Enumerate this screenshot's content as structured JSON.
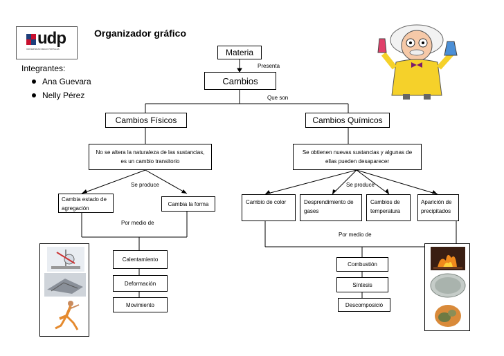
{
  "header": {
    "logo_text": "udp",
    "logo_subtext": "UNIVERSIDAD DIEGO PORTALES",
    "title": "Organizador gráfico"
  },
  "team": {
    "heading": "Integrantes:",
    "members": [
      "Ana Guevara",
      "Nelly Pérez"
    ]
  },
  "diagram": {
    "root": "Materia",
    "root_link": "Presenta",
    "main": "Cambios",
    "main_link": "Que son",
    "physical": {
      "title": "Cambios Físicos",
      "definition": "No se altera la naturaleza de las sustancias, es un cambio transitorio",
      "link": "Se produce",
      "types": [
        "Cambia estado de agregación",
        "Cambia la forma"
      ],
      "means_link": "Por medio de",
      "means": [
        "Calentamiento",
        "Deformación",
        "Movimiento"
      ]
    },
    "chemical": {
      "title": "Cambios Químicos",
      "definition": "Se obtienen nuevas sustancias y algunas de ellas pueden desaparecer",
      "link": "Se produce",
      "types": [
        "Cambio de color",
        "Desprendimiento de gases",
        "Cambios de temperatura",
        "Aparición de precipitados"
      ],
      "means_link": "Por medio de",
      "means": [
        "Combustión",
        "Síntesis",
        "Descomposició"
      ]
    }
  }
}
